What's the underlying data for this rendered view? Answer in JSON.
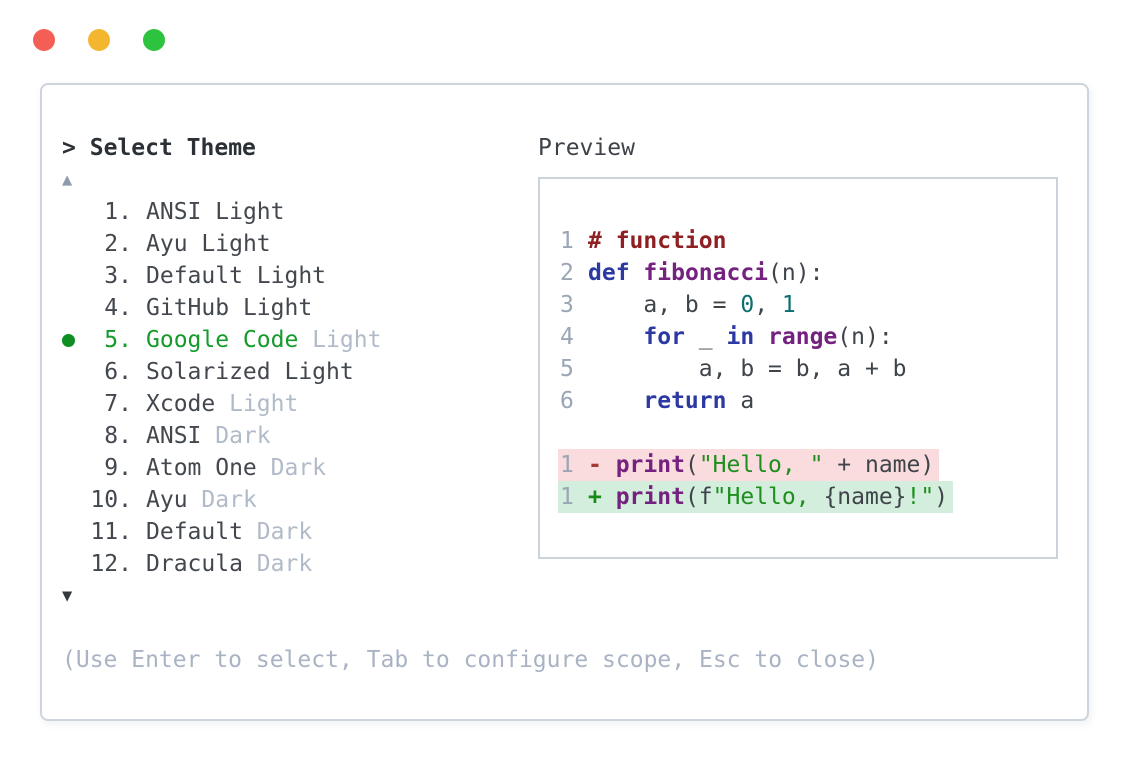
{
  "window": {
    "controls": [
      {
        "name": "close",
        "color": "#f35f55"
      },
      {
        "name": "minimize",
        "color": "#f4b62f"
      },
      {
        "name": "maximize",
        "color": "#2cc33e"
      }
    ]
  },
  "prompt": {
    "marker": ">",
    "title": "Select Theme"
  },
  "list": {
    "scroll_up_glyph": "▲",
    "scroll_down_glyph": "▼",
    "items": [
      {
        "num": "1.",
        "name": "ANSI",
        "variant": "Light",
        "variant_dimmed": false,
        "selected": false
      },
      {
        "num": "2.",
        "name": "Ayu",
        "variant": "Light",
        "variant_dimmed": false,
        "selected": false
      },
      {
        "num": "3.",
        "name": "Default",
        "variant": "Light",
        "variant_dimmed": false,
        "selected": false
      },
      {
        "num": "4.",
        "name": "GitHub",
        "variant": "Light",
        "variant_dimmed": false,
        "selected": false
      },
      {
        "num": "5.",
        "name": "Google Code",
        "variant": "Light",
        "variant_dimmed": true,
        "selected": true
      },
      {
        "num": "6.",
        "name": "Solarized",
        "variant": "Light",
        "variant_dimmed": false,
        "selected": false
      },
      {
        "num": "7.",
        "name": "Xcode",
        "variant": "Light",
        "variant_dimmed": true,
        "selected": false
      },
      {
        "num": "8.",
        "name": "ANSI",
        "variant": "Dark",
        "variant_dimmed": true,
        "selected": false
      },
      {
        "num": "9.",
        "name": "Atom One",
        "variant": "Dark",
        "variant_dimmed": true,
        "selected": false
      },
      {
        "num": "10.",
        "name": "Ayu",
        "variant": "Dark",
        "variant_dimmed": true,
        "selected": false
      },
      {
        "num": "11.",
        "name": "Default",
        "variant": "Dark",
        "variant_dimmed": true,
        "selected": false
      },
      {
        "num": "12.",
        "name": "Dracula",
        "variant": "Dark",
        "variant_dimmed": true,
        "selected": false
      }
    ]
  },
  "help": "(Use Enter to select, Tab to configure scope, Esc to close)",
  "preview": {
    "label": "Preview",
    "code_lines": [
      {
        "num": "1",
        "tokens": [
          [
            "comment",
            "# function"
          ]
        ]
      },
      {
        "num": "2",
        "tokens": [
          [
            "kwd",
            "def"
          ],
          [
            "plain",
            " "
          ],
          [
            "fn",
            "fibonacci"
          ],
          [
            "plain",
            "(n):"
          ]
        ]
      },
      {
        "num": "3",
        "tokens": [
          [
            "plain",
            "    a, b = "
          ],
          [
            "lit",
            "0"
          ],
          [
            "plain",
            ", "
          ],
          [
            "lit",
            "1"
          ]
        ]
      },
      {
        "num": "4",
        "tokens": [
          [
            "plain",
            "    "
          ],
          [
            "kwd",
            "for"
          ],
          [
            "plain",
            " _ "
          ],
          [
            "kwd",
            "in"
          ],
          [
            "plain",
            " "
          ],
          [
            "fn",
            "range"
          ],
          [
            "plain",
            "(n):"
          ]
        ]
      },
      {
        "num": "5",
        "tokens": [
          [
            "plain",
            "        a, b = b, a + b"
          ]
        ]
      },
      {
        "num": "6",
        "tokens": [
          [
            "plain",
            "    "
          ],
          [
            "kwd",
            "return"
          ],
          [
            "plain",
            " a"
          ]
        ]
      }
    ],
    "diff_lines": [
      {
        "num": "1",
        "type": "removed",
        "tokens": [
          [
            "minus",
            "- "
          ],
          [
            "fn",
            "print"
          ],
          [
            "plain",
            "("
          ],
          [
            "str",
            "\"Hello, \""
          ],
          [
            "plain",
            " + name)"
          ]
        ]
      },
      {
        "num": "1",
        "type": "added",
        "tokens": [
          [
            "plus",
            "+ "
          ],
          [
            "fn",
            "print"
          ],
          [
            "plain",
            "(f"
          ],
          [
            "str",
            "\"Hello, "
          ],
          [
            "plain",
            "{name}"
          ],
          [
            "str",
            "!\""
          ],
          [
            "plain",
            ")"
          ]
        ]
      }
    ]
  },
  "colors": {
    "selected_green": "#149b2a",
    "bullet_green": "#0f8f22",
    "dim_text": "#b1bac9",
    "help_text": "#a9b3c3",
    "line_number": "#9aa5b5",
    "scroll_up_arrow": "#8f9aad",
    "scroll_down_arrow": "#35393e",
    "text_dark": "#3f444b",
    "comment": "#8e2023",
    "keyword": "#2c39a2",
    "function_name": "#75217f",
    "literal": "#0c6e6e",
    "string": "#1e8f1e",
    "diff_removed_bg": "#fadcde",
    "diff_added_bg": "#d3eedd",
    "diff_minus": "#a33b35",
    "diff_plus": "#168b16"
  }
}
